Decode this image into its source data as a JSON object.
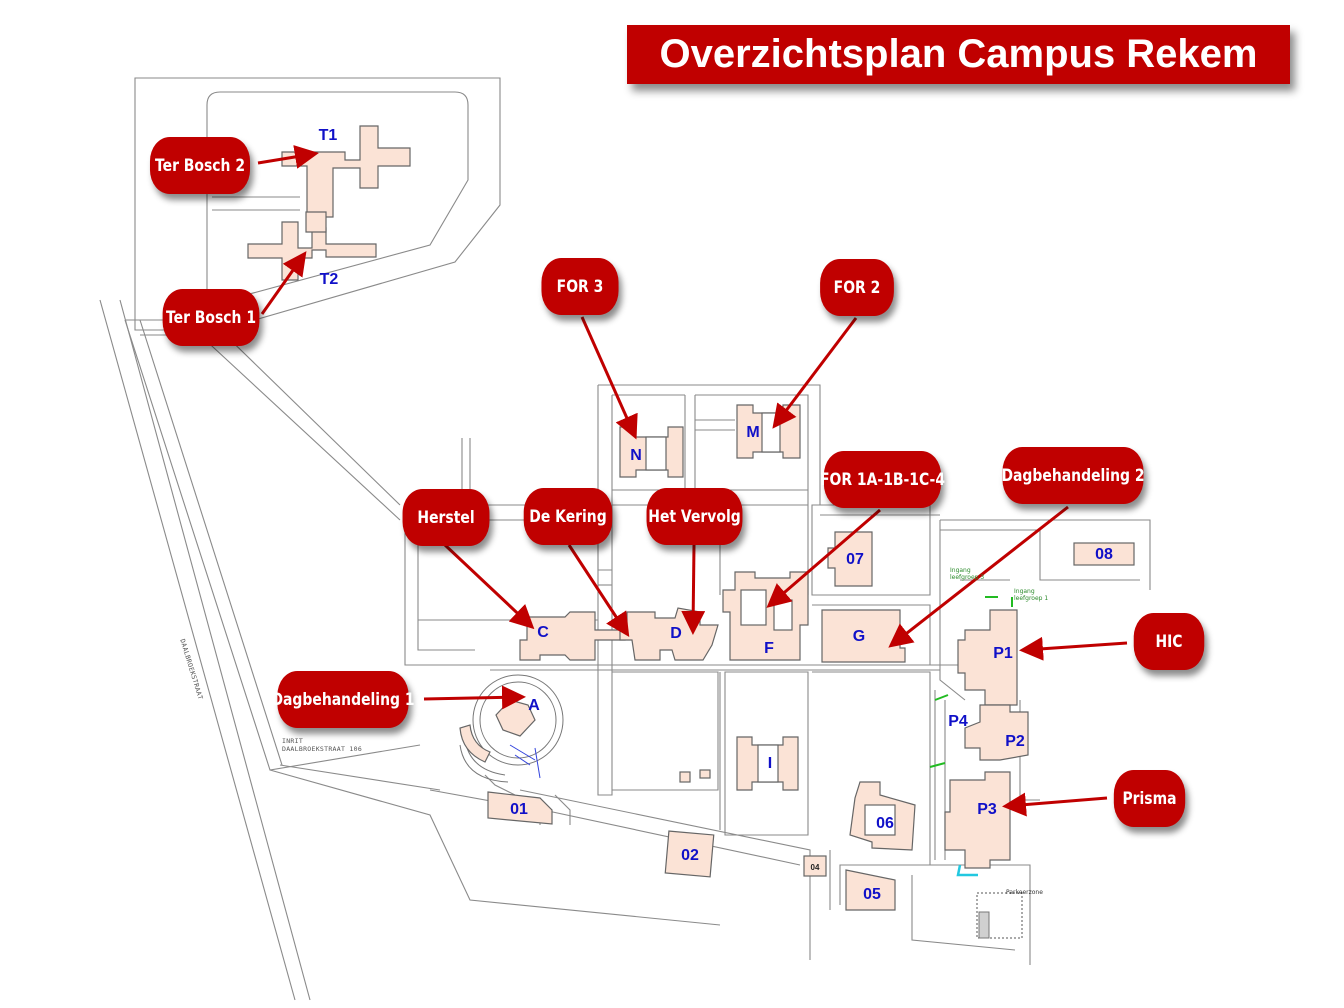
{
  "title": "Overzichtsplan Campus Rekem",
  "colors": {
    "accent_red": "#c00000",
    "building_fill": "#fbe3d6",
    "building_stroke": "#666666",
    "road_stroke": "#8a8a8a",
    "label_blue": "#1010c8"
  },
  "callouts": {
    "ter_bosch_2": "Ter Bosch 2",
    "ter_bosch_1": "Ter Bosch 1",
    "for_3": "FOR 3",
    "for_2": "FOR 2",
    "for_1abc4": "FOR 1A-1B-1C-4",
    "dagbehandeling_2": "Dagbehandeling 2",
    "herstel": "Herstel",
    "de_kering": "De Kering",
    "het_vervolg": "Het Vervolg",
    "hic": "HIC",
    "dagbehandeling_1": "Dagbehandeling 1",
    "prisma": "Prisma"
  },
  "buildings": {
    "t1": "T1",
    "t2": "T2",
    "n": "N",
    "m": "M",
    "c": "C",
    "d": "D",
    "f": "F",
    "g": "G",
    "a": "A",
    "i": "I",
    "p1": "P1",
    "p2": "P2",
    "p3": "P3",
    "p4": "P4",
    "b07": "07",
    "b08": "08",
    "b01": "01",
    "b02": "02",
    "b04": "04",
    "b05": "05",
    "b06": "06"
  },
  "street": {
    "name": "DAALBROEKSTRAAT",
    "entrance_line1": "INRIT",
    "entrance_line2": "DAALBROEKSTRAAT 106"
  },
  "small_labels": {
    "ingang_1": "Ingang",
    "leefgroep_3": "leefgroep 3",
    "ingang_2": "Ingang",
    "leefgroep_1": "leefgroep 1",
    "parking": "Parkeerzone"
  }
}
